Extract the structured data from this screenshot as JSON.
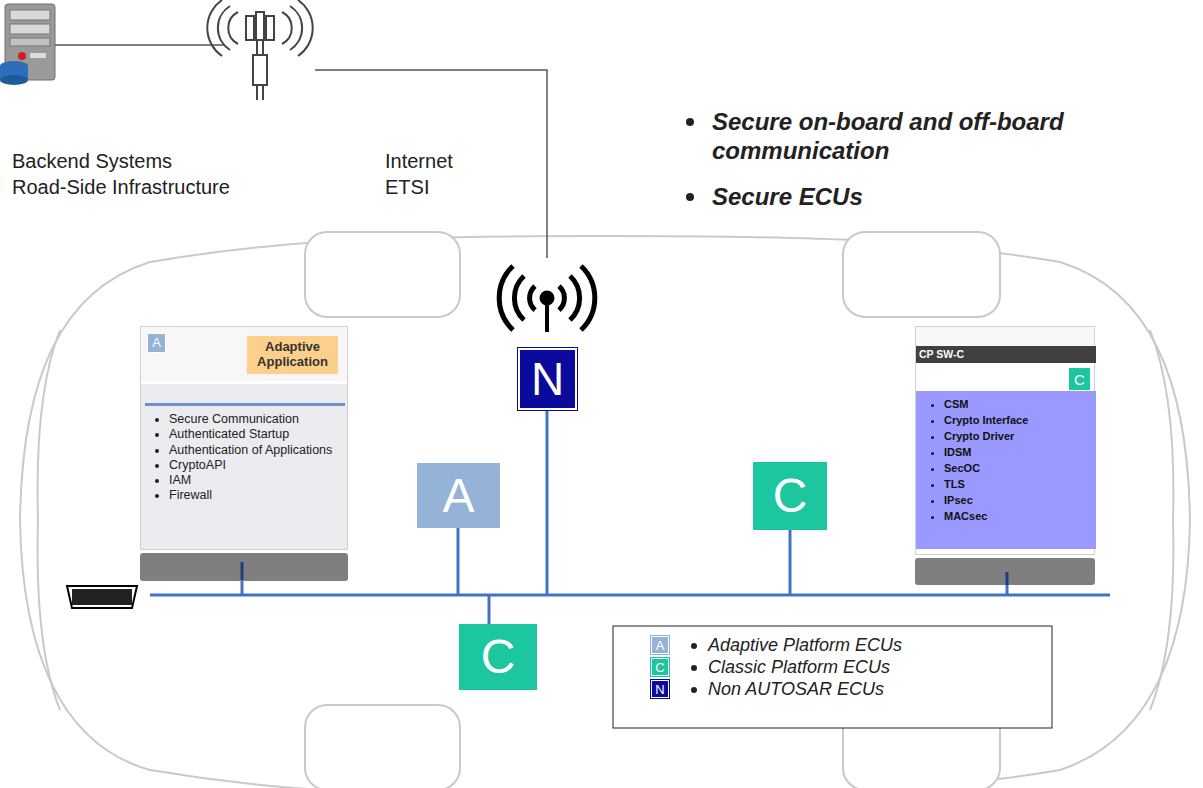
{
  "diagram": {
    "nodes": [
      {
        "text": [
          "A"
        ]
      },
      {
        "text": [
          "Adaptive Application"
        ],
        "in": 0
      },
      {
        "text": [
          "Secure Communication",
          "Authenticated Startup",
          "Authentication of Applications",
          "CryptoAPI",
          "IAM",
          "Firewall"
        ],
        "in": 0
      },
      {
        "text": [
          "N"
        ]
      },
      {
        "text": [
          "A"
        ]
      },
      {
        "text": [
          "C"
        ]
      },
      {
        "text": [
          "CP SW-C"
        ]
      },
      {
        "text": [
          "C"
        ],
        "in": 6
      },
      {
        "text": [
          "CSM",
          "Crypto Interface",
          "Crypto Driver",
          "IDSM",
          "SecOC",
          "TLS",
          "IPsec",
          "MACsec"
        ],
        "in": 6
      },
      {
        "text": [
          "C"
        ]
      }
    ],
    "labels": [
      "Backend Systems",
      "Road-Side Infrastructure",
      "Internet",
      "ETSI",
      "Secure on-board and off-board communication",
      "Secure ECUs",
      "A",
      "C",
      "N"
    ],
    "legend": [
      {
        "text": "Adaptive Platform ECUs",
        "color": "#95b3d7"
      },
      {
        "text": "Classic Platform ECUs",
        "color": "#1cc7a0"
      },
      {
        "text": "Non AUTOSAR ECUs",
        "color": "#0a0a9c"
      }
    ]
  }
}
